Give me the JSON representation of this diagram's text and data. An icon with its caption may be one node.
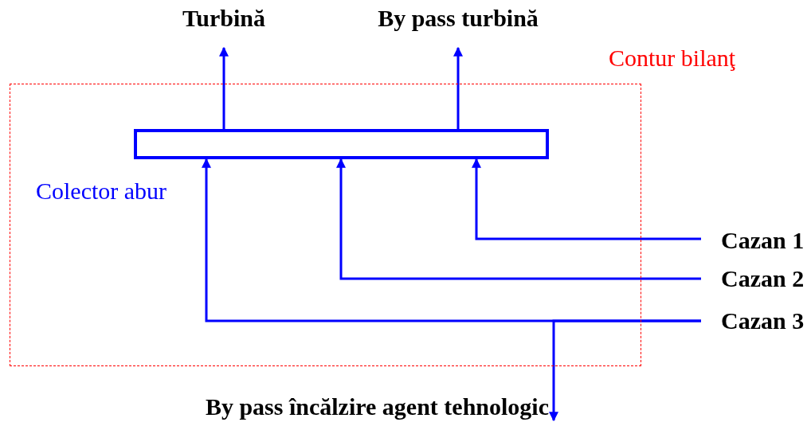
{
  "diagram": {
    "nodes": [
      {
        "text": [
          "Contur bilanţ"
        ]
      },
      {
        "text": [],
        "shape": "bar",
        "in": 0,
        "beside": [
          "Colector abur"
        ]
      },
      {
        "text": [
          "Turbină"
        ]
      },
      {
        "text": [
          "By pass turbină"
        ]
      },
      {
        "text": [
          "Cazan 1"
        ]
      },
      {
        "text": [
          "Cazan 2"
        ]
      },
      {
        "text": [
          "Cazan 3"
        ]
      },
      {
        "text": [
          "By pass încălzire agent tehnologic"
        ]
      }
    ],
    "edges": [
      {
        "from": 1,
        "to": 2,
        "arrow": "to"
      },
      {
        "from": 1,
        "to": 3,
        "arrow": "to"
      },
      {
        "from": 4,
        "to": 1,
        "arrow": "to"
      },
      {
        "from": 5,
        "to": 1,
        "arrow": "to"
      },
      {
        "from": 6,
        "to": 1,
        "arrow": "to"
      },
      {
        "from": 6,
        "to": 7,
        "arrow": "to"
      }
    ]
  }
}
